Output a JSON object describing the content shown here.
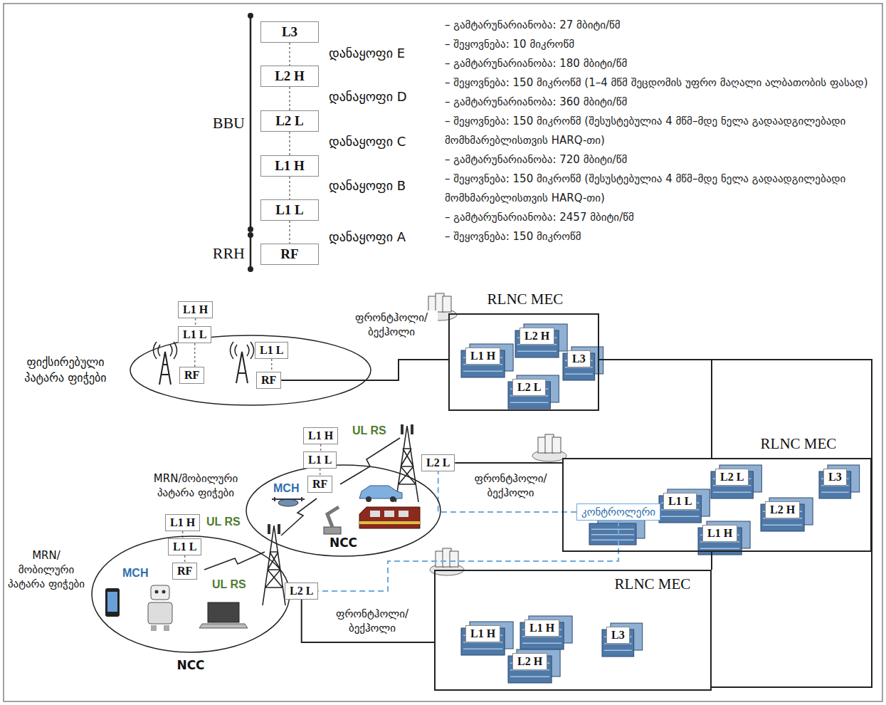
{
  "diagram": {
    "nodes": [
      {
        "text": [
          "L3"
        ]
      },
      {
        "text": [
          "L2 H"
        ]
      },
      {
        "text": [
          "L2 L"
        ]
      },
      {
        "text": [
          "L1 H"
        ]
      },
      {
        "text": [
          "L1 L"
        ]
      },
      {
        "text": [
          "RF"
        ]
      },
      {
        "text": [
          "ფიქსირებული პატარა ფიჭები"
        ]
      },
      {
        "text": [
          "L1 H"
        ]
      },
      {
        "text": [
          "L1 L"
        ]
      },
      {
        "text": [
          "RF"
        ],
        "in": 6
      },
      {
        "text": [
          "L1 L"
        ],
        "in": 6
      },
      {
        "text": [
          "RF"
        ],
        "in": 6
      },
      {
        "text": [
          "RLNC MEC"
        ]
      },
      {
        "text": [
          "L1 H"
        ],
        "in": 12
      },
      {
        "text": [
          "L2 H"
        ],
        "in": 12
      },
      {
        "text": [
          "L3"
        ],
        "in": 12
      },
      {
        "text": [
          "L2 L"
        ],
        "in": 12
      },
      {
        "text": [
          "NCC"
        ]
      },
      {
        "text": [
          "L1 H"
        ]
      },
      {
        "text": [
          "L1 L"
        ]
      },
      {
        "text": [
          "RF"
        ],
        "in": 17
      },
      {
        "text": [
          "L2 L"
        ]
      },
      {
        "text": [
          "RLNC MEC"
        ]
      },
      {
        "text": [
          "კონტროლერი"
        ],
        "in": 22
      },
      {
        "text": [
          "L2 L"
        ],
        "in": 22
      },
      {
        "text": [
          "L3"
        ],
        "in": 22
      },
      {
        "text": [
          "L1 L"
        ],
        "in": 22
      },
      {
        "text": [
          "L2 H"
        ],
        "in": 22
      },
      {
        "text": [
          "L1 H"
        ],
        "in": 22
      },
      {
        "text": [
          "NCC"
        ]
      },
      {
        "text": [
          "L1 H"
        ]
      },
      {
        "text": [
          "L1 L"
        ],
        "in": 29
      },
      {
        "text": [
          "RF"
        ],
        "in": 29
      },
      {
        "text": [
          "L2 L"
        ]
      },
      {
        "text": [
          "RLNC MEC"
        ]
      },
      {
        "text": [
          "L1 H"
        ],
        "in": 34
      },
      {
        "text": [
          "L1 H"
        ],
        "in": 34
      },
      {
        "text": [
          "L2 H"
        ],
        "in": 34
      },
      {
        "text": [
          "L3"
        ],
        "in": 34
      }
    ],
    "edges": [
      {
        "from": 0,
        "to": 1,
        "arrow": "none"
      },
      {
        "from": 1,
        "to": 2,
        "arrow": "none"
      },
      {
        "from": 2,
        "to": 3,
        "arrow": "none"
      },
      {
        "from": 3,
        "to": 4,
        "arrow": "none"
      },
      {
        "from": 4,
        "to": 5,
        "arrow": "none"
      },
      {
        "from": 7,
        "to": 8,
        "arrow": "none"
      },
      {
        "from": 8,
        "to": 9,
        "arrow": "none"
      },
      {
        "from": 10,
        "to": 11,
        "arrow": "none"
      },
      {
        "from": 18,
        "to": 19,
        "arrow": "none"
      },
      {
        "from": 19,
        "to": 20,
        "arrow": "none"
      },
      {
        "from": 30,
        "to": 31,
        "arrow": "none"
      },
      {
        "from": 31,
        "to": 32,
        "arrow": "none"
      },
      {
        "from": 11,
        "to": 12,
        "label": "ფრონტჰოლი/ ბექჰოლი",
        "arrow": "none"
      },
      {
        "from": 21,
        "to": 22,
        "label": "ფრონტჰოლი/ ბექჰოლი",
        "arrow": "none"
      },
      {
        "from": 33,
        "to": 34,
        "label": "ფრონტჰოლი/ ბექჰოლი",
        "arrow": "none"
      },
      {
        "from": 23,
        "to": 21,
        "arrow": "none"
      },
      {
        "from": 23,
        "to": 33,
        "arrow": "none"
      },
      {
        "from": 12,
        "to": 22,
        "arrow": "none"
      },
      {
        "from": 22,
        "to": 34,
        "arrow": "none"
      },
      {
        "from": 12,
        "to": 34,
        "arrow": "none"
      }
    ],
    "labels": [
      "BBU",
      "RRH",
      "დანაყოფი E",
      "დანაყოფი D",
      "დანაყოფი C",
      "დანაყოფი B",
      "დანაყოფი A",
      "– გამტარუნარიანობა: 27 მბიტი/წმ",
      "– შეყოვნება: 10 მიკროწმ",
      "– გამტარუნარიანობა: 180 მბიტი/წმ",
      "– შეყოვნება: 150 მიკროწმ (1–4 მწმ შეცდომის უფრო მაღალი ალბათობის ფასად)",
      "– გამტარუნარიანობა: 360 მბიტი/წმ",
      "– შეყოვნება: 150 მიკროწმ (შესუსტებულია 4 მწმ–მდე ნელა გადაადგილებადი მომხმარებლისთვის HARQ-თი)",
      "– გამტარუნარიანობა: 720 მბიტი/წმ",
      "– შეყოვნება: 150 მიკროწმ (შესუსტებულია 4 მწმ–მდე ნელა გადაადგილებადი მომხმარებლისთვის HARQ-თი)",
      "– გამტარუნარიანობა: 2457 მბიტი/წმ",
      "– შეყოვნება: 150 მიკროწმ",
      "MRN/მობილური პატარა ფიჭები",
      "MCH",
      "UL RS",
      "UL RS",
      "MRN/ მობილური პატარა ფიჭები",
      "MCH",
      "UL RS"
    ]
  }
}
